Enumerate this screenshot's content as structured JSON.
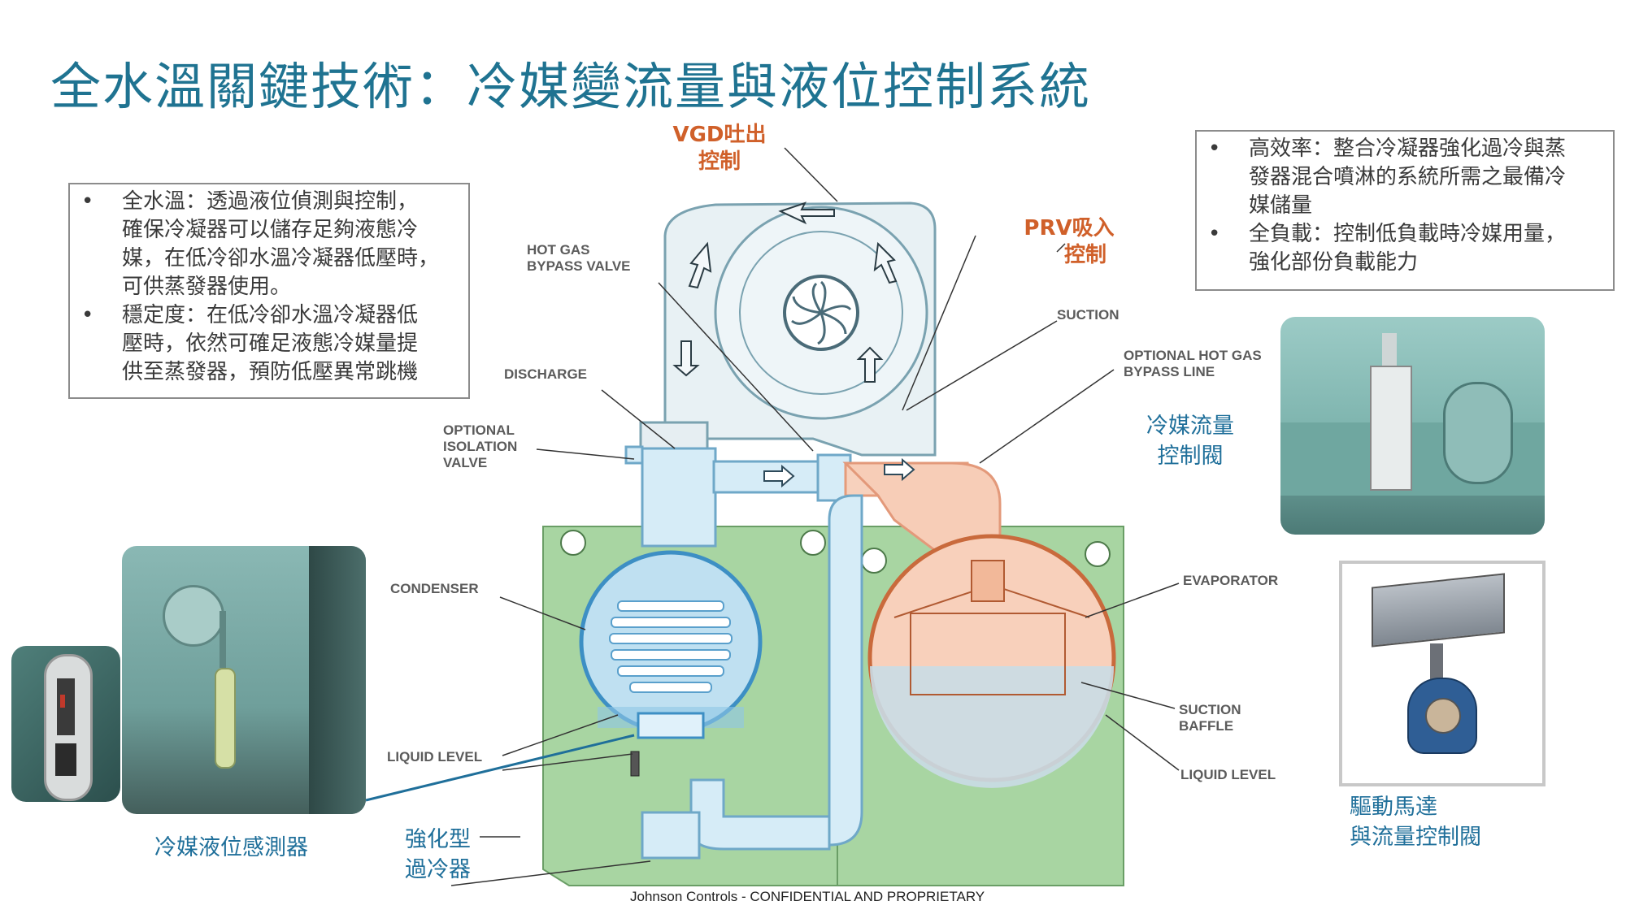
{
  "title": "全水溫關鍵技術：冷媒變流量與液位控制系統",
  "left_box": {
    "bullets": [
      {
        "lines": [
          "全水溫：透過液位偵測與控制，",
          "確保冷凝器可以儲存足夠液態冷",
          "媒，在低冷卻水溫冷凝器低壓時，",
          "可供蒸發器使用。"
        ]
      },
      {
        "lines": [
          "穩定度：在低冷卻水溫冷凝器低",
          "壓時，依然可確足液態冷媒量提",
          "供至蒸發器，預防低壓異常跳機"
        ]
      }
    ]
  },
  "right_box": {
    "bullets": [
      {
        "lines": [
          "高效率：整合冷凝器強化過冷與蒸",
          "發器混合噴淋的系統所需之最備冷",
          "媒儲量"
        ]
      },
      {
        "lines": [
          "全負載：控制低負載時冷媒用量，",
          "強化部份負載能力"
        ]
      }
    ]
  },
  "callouts": {
    "vgd": [
      "VGD吐出",
      "控制"
    ],
    "prv": [
      "PRV吸入",
      "控制"
    ],
    "flow_valve": [
      "冷媒流量",
      "控制閥"
    ],
    "level_sensor": "冷媒液位感測器",
    "subcooler": [
      "強化型",
      "過冷器"
    ],
    "motor_valve": [
      "驅動馬達",
      "與流量控制閥"
    ]
  },
  "diagram_labels": {
    "hot_gas_bypass_valve": [
      "HOT GAS",
      "BYPASS VALVE"
    ],
    "suction": "SUCTION",
    "optional_hot_gas_bypass_line": [
      "OPTIONAL HOT GAS",
      "BYPASS LINE"
    ],
    "discharge": "DISCHARGE",
    "optional_isolation_valve": [
      "OPTIONAL",
      "ISOLATION",
      "VALVE"
    ],
    "condenser": "CONDENSER",
    "evaporator": "EVAPORATOR",
    "suction_baffle": [
      "SUCTION",
      "BAFFLE"
    ],
    "liquid_level_left": "LIQUID LEVEL",
    "liquid_level_right": "LIQUID LEVEL"
  },
  "colors": {
    "title": "#1f7391",
    "callout_blue": "#1f6f9a",
    "callout_orange": "#d0602a",
    "base_green": "#a6d3a0",
    "condenser_blue": "#cfe8f5",
    "evaporator_orange": "#f7cbb4"
  },
  "footer": "Johnson Controls - CONFIDENTIAL AND PROPRIETARY"
}
